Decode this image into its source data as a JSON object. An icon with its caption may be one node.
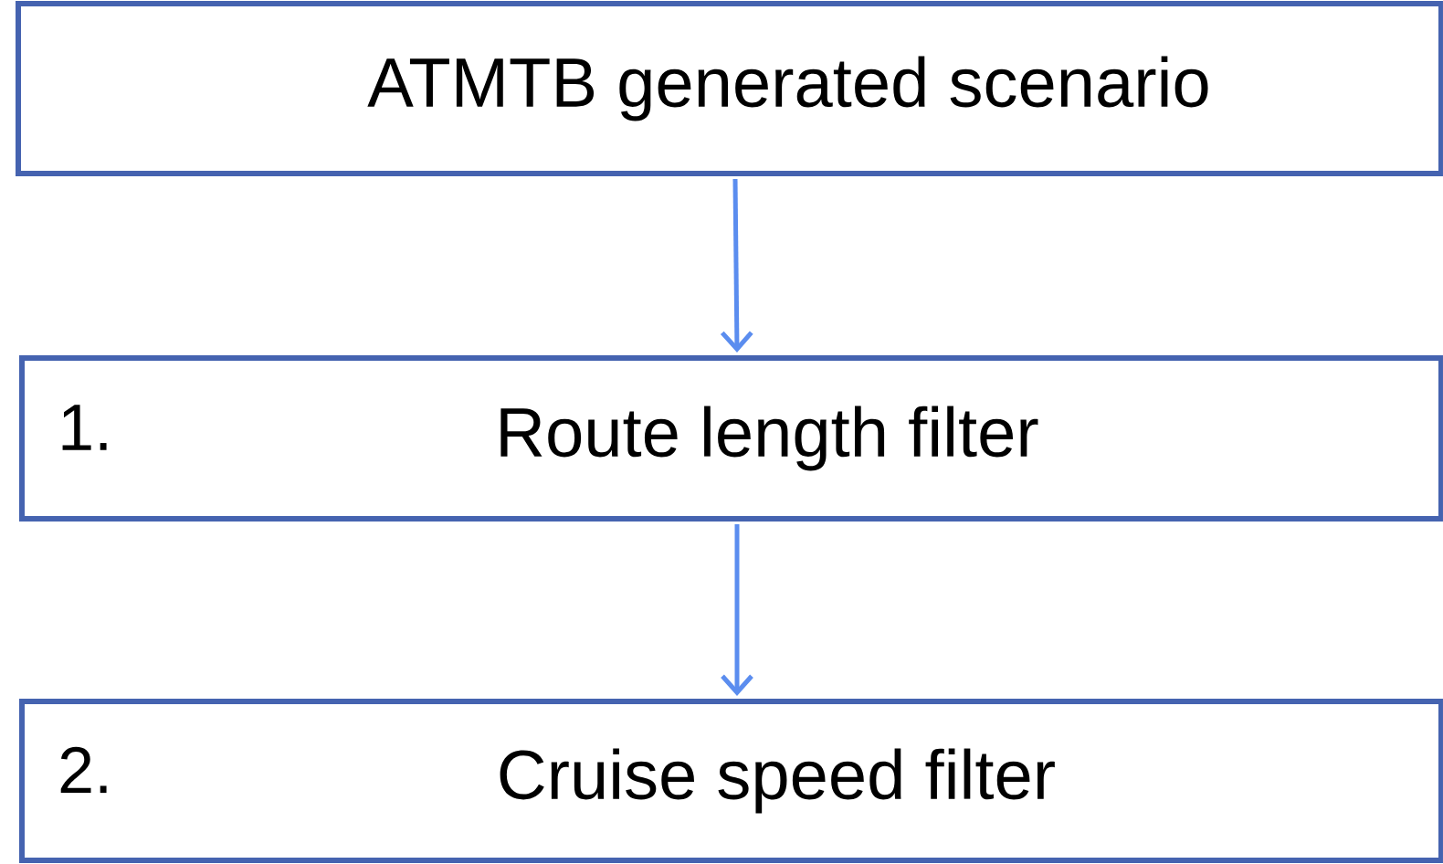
{
  "diagram": {
    "nodes": [
      {
        "text": [
          "ATMTB generated scenario"
        ]
      },
      {
        "text": [
          "1.",
          "Route length filter"
        ]
      },
      {
        "text": [
          "2.",
          "Cruise speed filter"
        ]
      }
    ],
    "edges": [
      {
        "from": 0,
        "to": 1,
        "arrow": "to"
      },
      {
        "from": 1,
        "to": 2,
        "arrow": "to"
      }
    ]
  }
}
